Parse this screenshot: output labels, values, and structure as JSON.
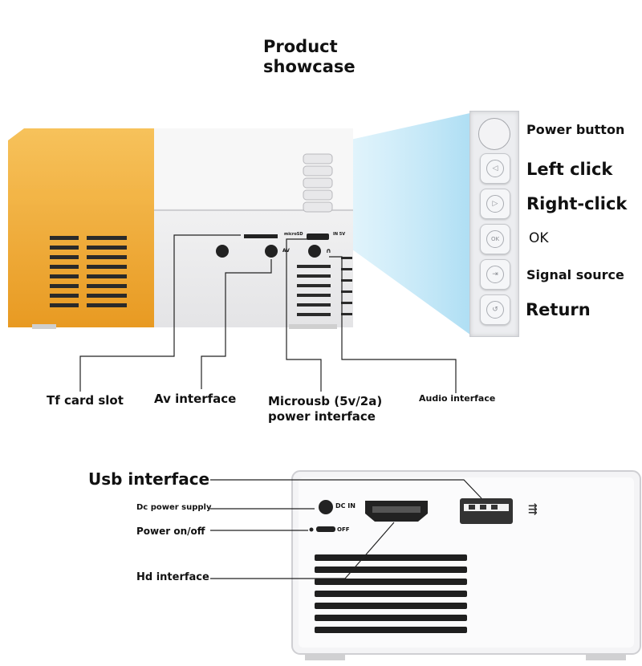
{
  "header": {
    "title_line1": "Product",
    "title_line2": "showcase"
  },
  "panel_labels": {
    "power": "Power button",
    "left": "Left click",
    "right": "Right-click",
    "ok": "OK",
    "signal": "Signal source",
    "return": "Return"
  },
  "panel_glyphs": {
    "ok": "OK"
  },
  "ports_top": {
    "tf": "Tf card slot",
    "av": "Av interface",
    "microusb_1": "Microusb (5v/2a)",
    "microusb_2": "power interface",
    "audio": "Audio interface",
    "slot_microsd": "microSD",
    "slot_av": "AV",
    "slot_in5v": "IN 5V"
  },
  "ports_bottom": {
    "usb": "Usb interface",
    "dc": "Dc power supply",
    "power": "Power on/off",
    "hd": "Hd interface",
    "dc_in": "DC IN",
    "off": "OFF"
  },
  "colors": {
    "accent_yellow": "#f0a830",
    "body_white": "#f2f2f2",
    "beam": "#bfe6f7"
  }
}
